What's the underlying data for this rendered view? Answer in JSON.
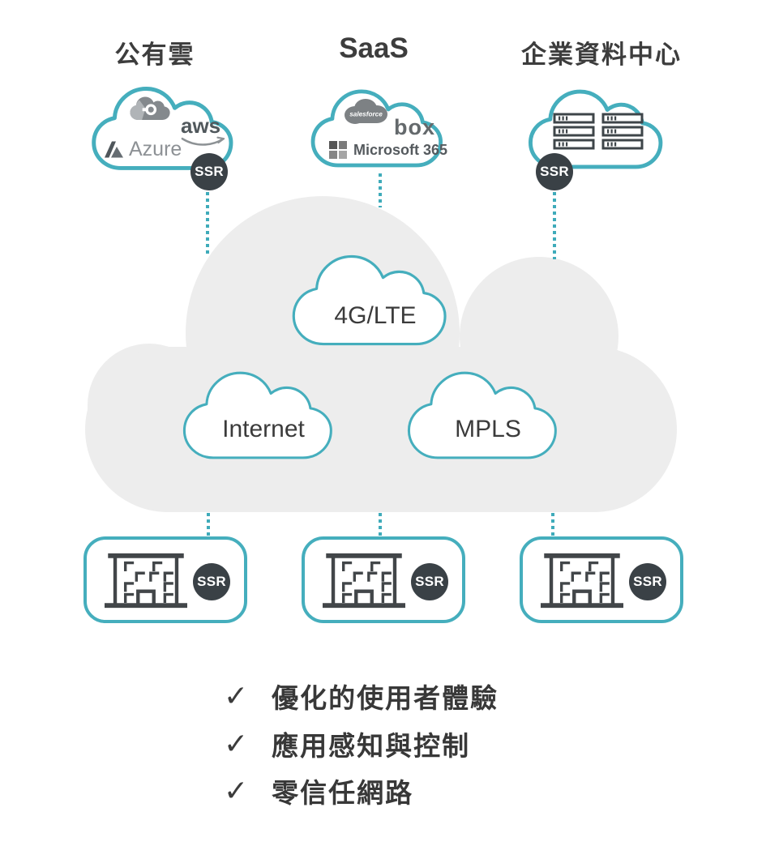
{
  "colors": {
    "teal_outline": "#45aebd",
    "badge_dark": "#3a4146",
    "wan_gray": "#ededed",
    "text_dark": "#3c3c3c"
  },
  "columns": [
    {
      "title": "公有雲",
      "ssr": "SSR"
    },
    {
      "title": "SaaS"
    },
    {
      "title": "企業資料中心",
      "ssr": "SSR"
    }
  ],
  "logos": {
    "aws": "aws",
    "azure": "Azure",
    "salesforce": "salesforce",
    "box": "box",
    "microsoft_365": "Microsoft 365"
  },
  "wan": {
    "clouds": [
      {
        "label": "4G/LTE"
      },
      {
        "label": "Internet"
      },
      {
        "label": "MPLS"
      }
    ]
  },
  "branches": [
    {
      "ssr": "SSR"
    },
    {
      "ssr": "SSR"
    },
    {
      "ssr": "SSR"
    }
  ],
  "checklist": {
    "check_glyph": "✓",
    "items": [
      {
        "text": "優化的使用者體驗"
      },
      {
        "text": "應用感知與控制"
      },
      {
        "text": "零信任網路"
      }
    ]
  }
}
